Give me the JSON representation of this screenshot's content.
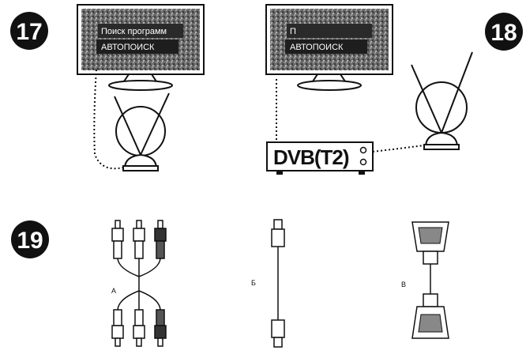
{
  "steps": {
    "step17": "17",
    "step18": "18",
    "step19": "19"
  },
  "tv_left": {
    "menu_item_1": "Поиск программ",
    "menu_item_2": "АВТОПОИСК"
  },
  "tv_right": {
    "menu_item_1": "П",
    "menu_item_2": "АВТОПОИСК"
  },
  "set_top_box": {
    "logo": "DVB(T2)"
  },
  "cables": {
    "a_label": "A",
    "b_label": "Б",
    "c_label": "B"
  }
}
